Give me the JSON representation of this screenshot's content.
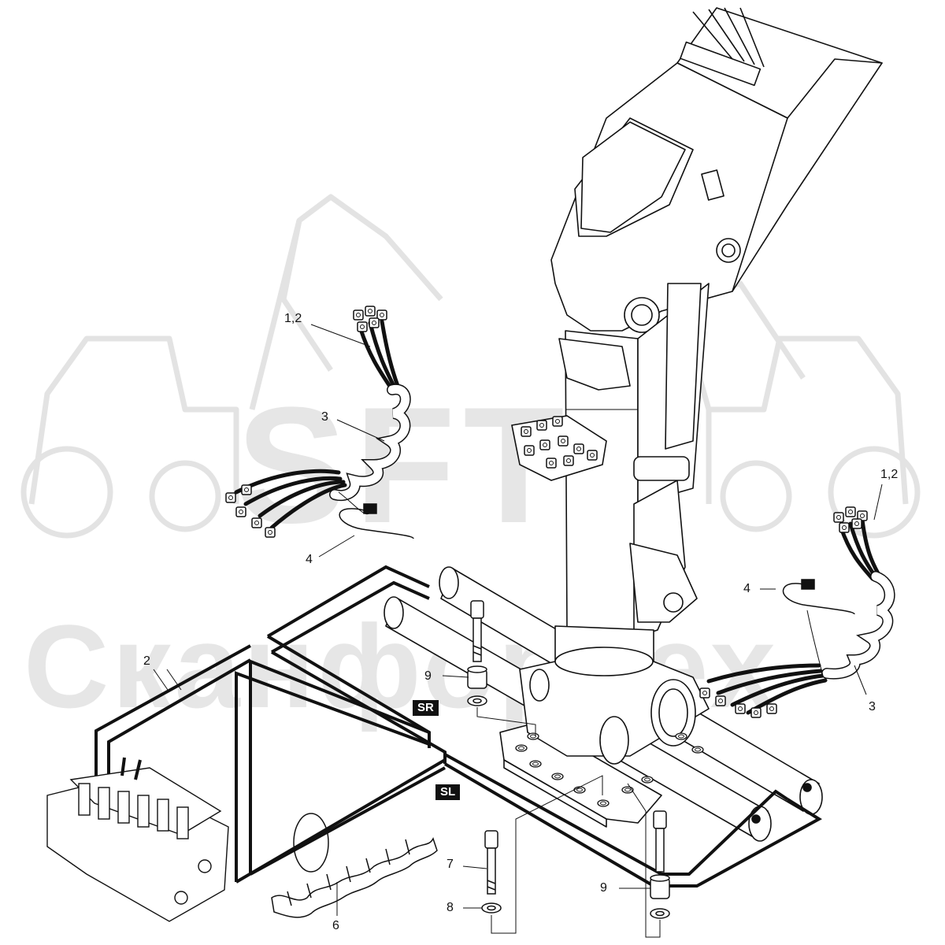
{
  "watermark": {
    "logo_text": "SFT",
    "company_text": "СканфорТех"
  },
  "badges": {
    "sr": "SR",
    "sl": "SL"
  },
  "callouts": {
    "hose_left": "1,2",
    "hose_right": "1,2",
    "spiral_left": "3",
    "spiral_right": "3",
    "strap_left": "4",
    "strap_right": "4",
    "line_group": "2",
    "spiral_loose": "6",
    "bolt": "7",
    "washer": "8",
    "spacer_upper": "9",
    "spacer_lower": "9"
  },
  "colors": {
    "line": "#111111",
    "watermark": "#e6e6e6"
  }
}
